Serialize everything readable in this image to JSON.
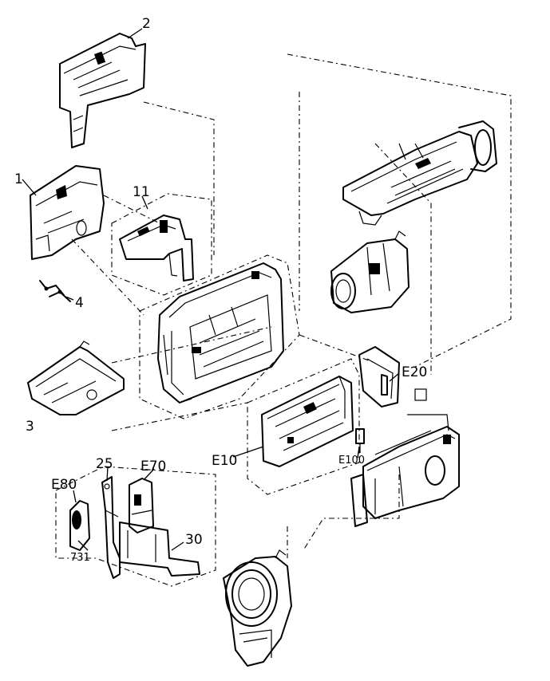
{
  "callouts": {
    "c2": "2",
    "c1": "1",
    "c11": "11",
    "c4": "4",
    "c3": "3",
    "cE20": "E20",
    "cE10": "E10",
    "cE100": "E100",
    "c25": "25",
    "cE70": "E70",
    "cE80": "E80",
    "c30": "30",
    "c731": "731"
  },
  "colors": {
    "ink": "#000000",
    "paper": "#ffffff"
  }
}
